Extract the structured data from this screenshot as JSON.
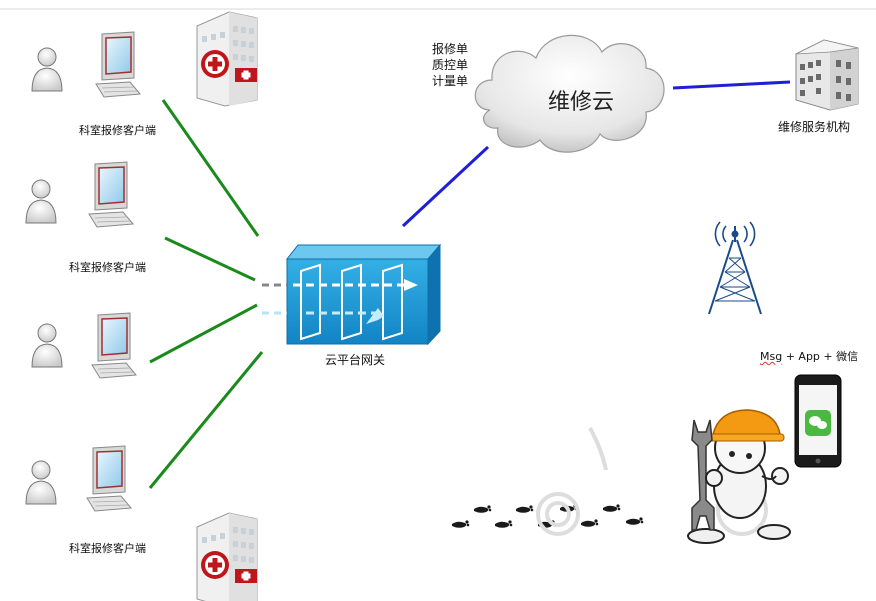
{
  "clients": [
    {
      "label": "科室报修客户端"
    },
    {
      "label": "科室报修客户端"
    },
    {
      "label": "科室报修客户端"
    }
  ],
  "gateway": {
    "label": "云平台网关"
  },
  "cloud": {
    "label": "维修云",
    "items": [
      "报修单",
      "质控单",
      "计量单"
    ]
  },
  "service": {
    "label": "维修服务机构"
  },
  "mobile": {
    "label_msg": "Msg",
    "label_rest": " + App + 微信"
  },
  "colors": {
    "client_link": "#1a8a1a",
    "cloud_link": "#1f1fd6",
    "gateway_face": "#1d9ad6"
  }
}
